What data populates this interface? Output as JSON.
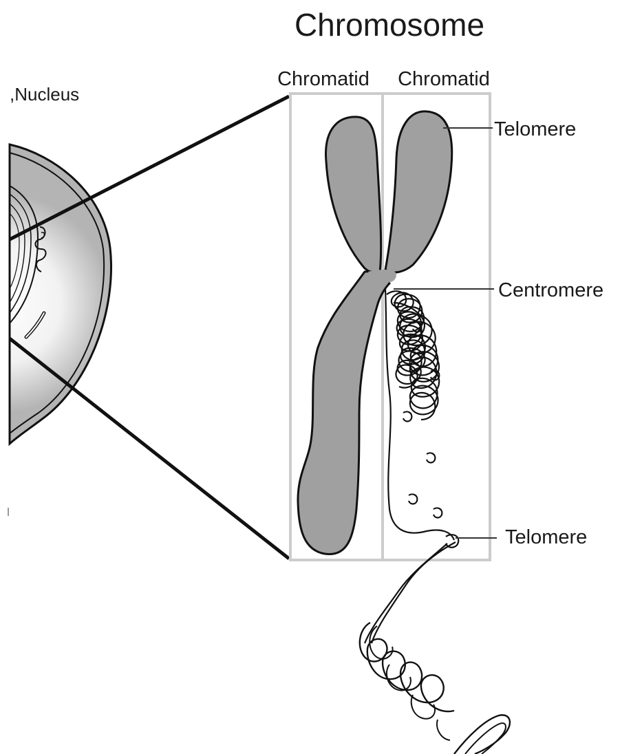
{
  "diagram": {
    "title": "Chromosome",
    "nucleus_label": "Nucleus",
    "chromatid_labels": [
      "Chromatid",
      "Chromatid"
    ],
    "part_labels": {
      "telomere_top": "Telomere",
      "centromere": "Centromere",
      "telomere_bottom": "Telomere"
    }
  },
  "colors": {
    "chromatid_fill": "#a0a0a0",
    "frame": "#cccccc",
    "outline": "#111111",
    "nucleus_gradient_light": "#ffffff",
    "nucleus_gradient_dark": "#b8b8b8"
  }
}
